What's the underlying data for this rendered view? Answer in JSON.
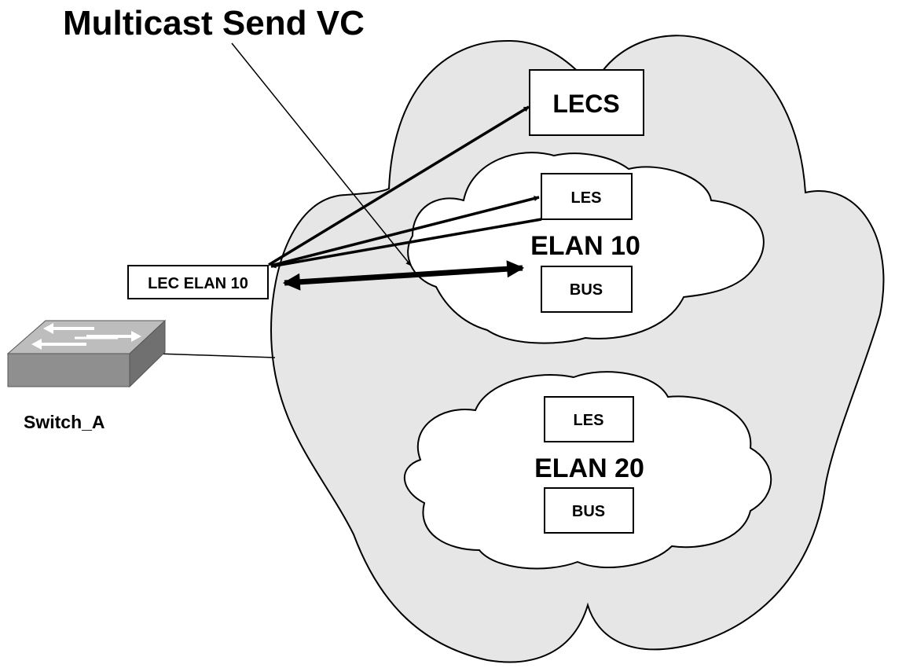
{
  "title": "Multicast Send VC",
  "lecs": {
    "label": "LECS"
  },
  "elan10": {
    "label": "ELAN 10",
    "les_label": "LES",
    "bus_label": "BUS"
  },
  "elan20": {
    "label": "ELAN 20",
    "les_label": "LES",
    "bus_label": "BUS"
  },
  "lec": {
    "label": "LEC ELAN 10"
  },
  "switch": {
    "label": "Switch_A"
  },
  "colors": {
    "cloud_fill": "#e6e6e6",
    "stroke": "#000000",
    "box_fill": "#ffffff"
  }
}
